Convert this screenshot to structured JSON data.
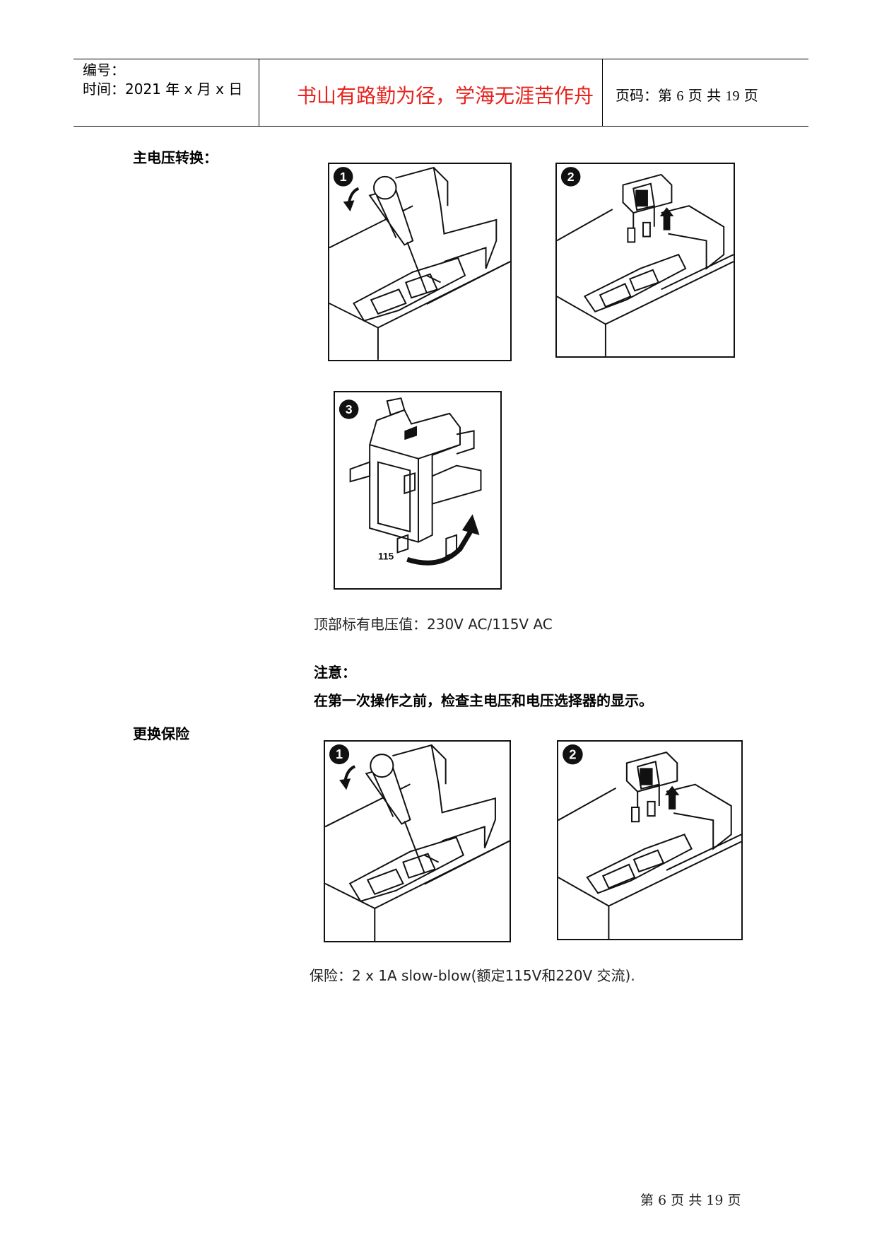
{
  "header": {
    "code_label": "编号：",
    "time_label": "时间：2021 年 x 月 x 日",
    "motto": "书山有路勤为径，学海无涯苦作舟",
    "page_prefix": "页码：第",
    "page_num": "6",
    "page_mid": "页  共",
    "page_total": "19",
    "page_suffix": "页"
  },
  "section1": {
    "title": "主电压转换：",
    "fig_numbers": [
      "1",
      "2",
      "3"
    ],
    "fig3_label": "115",
    "caption": "顶部标有电压值：230V AC/115V AC"
  },
  "note": {
    "title": "注意：",
    "text": "在第一次操作之前，检查主电压和电压选择器的显示。"
  },
  "section2": {
    "title": "更换保险",
    "fig_numbers": [
      "1",
      "2"
    ],
    "caption": "保险：2 x 1A slow-blow(额定115V和220V  交流)."
  },
  "footer": {
    "text": "第 6 页 共 19 页"
  }
}
